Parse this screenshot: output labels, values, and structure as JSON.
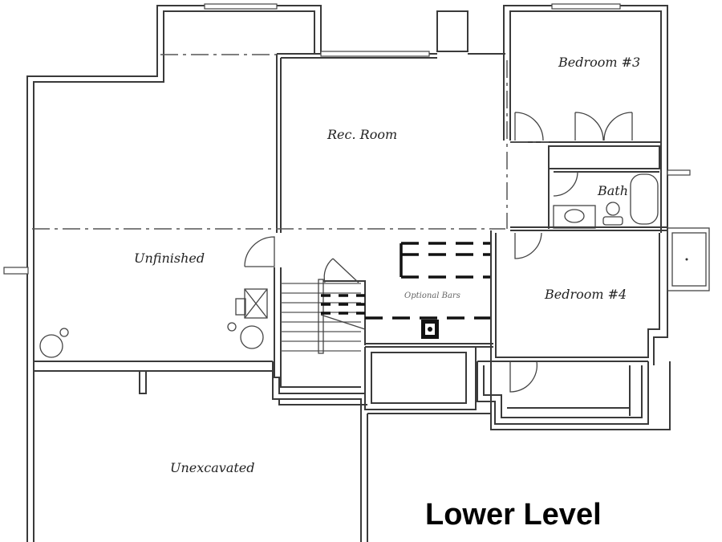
{
  "plan": {
    "title": "Lower Level",
    "rooms": {
      "bedroom3": "Bedroom #3",
      "rec_room": "Rec. Room",
      "bath": "Bath",
      "unfinished": "Unfinished",
      "optional_bars": "Optional Bars",
      "bedroom4": "Bedroom #4",
      "unexcavated": "Unexcavated"
    }
  }
}
